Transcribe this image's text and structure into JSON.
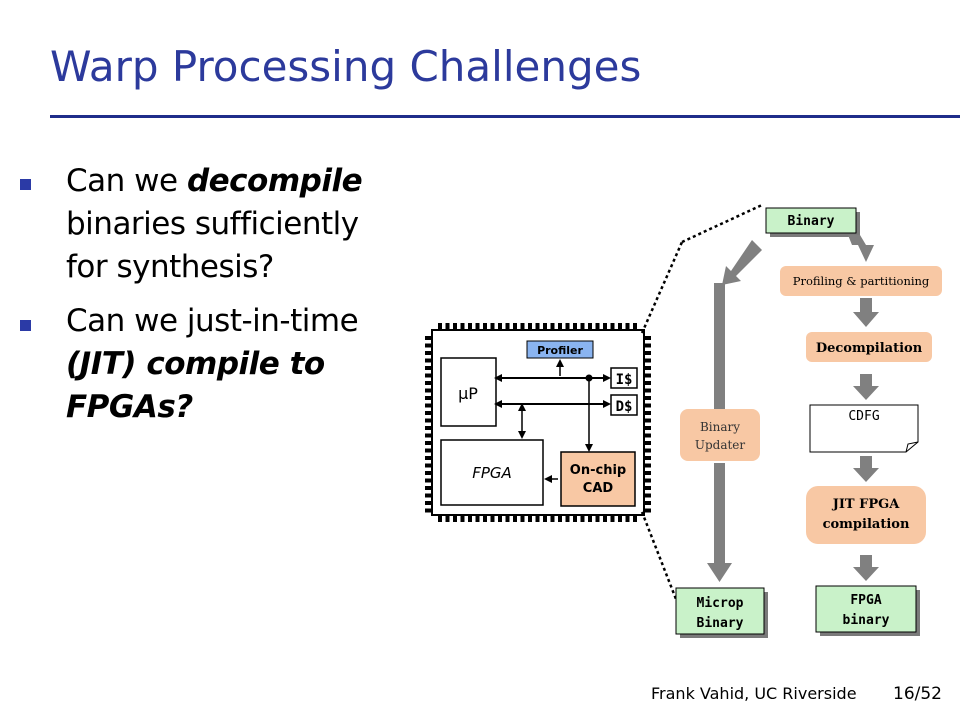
{
  "slide": {
    "title": "Warp Processing Challenges",
    "bullets": [
      {
        "before": "Can we ",
        "emph": "decompile",
        "after": " binaries sufficiently for synthesis?"
      },
      {
        "before": "Can we just-in-time ",
        "emph": "(JIT) compile to FPGAs?",
        "after": ""
      }
    ],
    "footer_author": "Frank Vahid, UC Riverside",
    "page_number": "16/52"
  },
  "chip": {
    "up": "µP",
    "fpga": "FPGA",
    "profiler": "Profiler",
    "icache": "I$",
    "dcache": "D$",
    "onchip_cad_line1": "On-chip",
    "onchip_cad_line2": "CAD"
  },
  "flow": {
    "binary": "Binary",
    "profiling": "Profiling & partitioning",
    "decompilation": "Decompilation",
    "cdfg": "CDFG",
    "jit_line1": "JIT FPGA",
    "jit_line2": "compilation",
    "fpga_binary_line1": "FPGA",
    "fpga_binary_line2": "binary",
    "binary_updater_line1": "Binary",
    "binary_updater_line2": "Updater",
    "microp_line1": "Microp",
    "microp_line2": "Binary"
  },
  "colors": {
    "title": "#2c3a9c",
    "green_box": "#c9f2c9",
    "orange_box": "#f8c8a4",
    "profiler_blue": "#8ab4f0",
    "arrow_gray": "#808080"
  }
}
